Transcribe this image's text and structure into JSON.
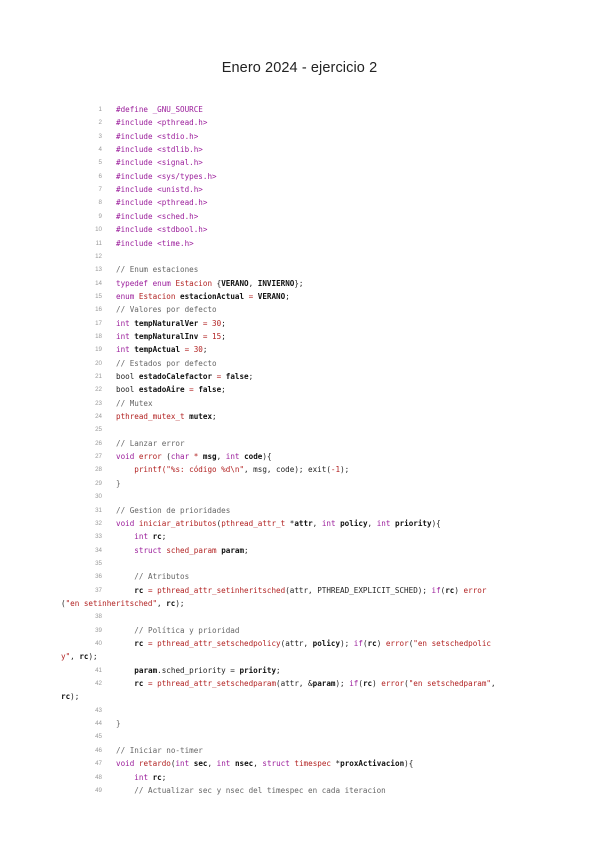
{
  "title": "Enero 2024 - ejercicio 2",
  "lines": [
    {
      "num": "1",
      "segs": [
        [
          "#define",
          "k"
        ],
        [
          " _GNU_SOURCE",
          "k"
        ]
      ]
    },
    {
      "num": "2",
      "segs": [
        [
          "#include",
          "k"
        ],
        [
          " <pthread.h>",
          "k"
        ]
      ]
    },
    {
      "num": "3",
      "segs": [
        [
          "#include",
          "k"
        ],
        [
          " <stdio.h>",
          "k"
        ]
      ]
    },
    {
      "num": "4",
      "segs": [
        [
          "#include",
          "k"
        ],
        [
          " <stdlib.h>",
          "k"
        ]
      ]
    },
    {
      "num": "5",
      "segs": [
        [
          "#include",
          "k"
        ],
        [
          " <signal.h>",
          "k"
        ]
      ]
    },
    {
      "num": "6",
      "segs": [
        [
          "#include",
          "k"
        ],
        [
          " <sys/types.h>",
          "k"
        ]
      ]
    },
    {
      "num": "7",
      "segs": [
        [
          "#include",
          "k"
        ],
        [
          " <unistd.h>",
          "k"
        ]
      ]
    },
    {
      "num": "8",
      "segs": [
        [
          "#include",
          "k"
        ],
        [
          " <pthread.h>",
          "k"
        ]
      ]
    },
    {
      "num": "9",
      "segs": [
        [
          "#include",
          "k"
        ],
        [
          " <sched.h>",
          "k"
        ]
      ]
    },
    {
      "num": "10",
      "segs": [
        [
          "#include",
          "k"
        ],
        [
          " <stdbool.h>",
          "k"
        ]
      ]
    },
    {
      "num": "11",
      "segs": [
        [
          "#include",
          "k"
        ],
        [
          " <time.h>",
          "k"
        ]
      ]
    },
    {
      "num": "12",
      "segs": []
    },
    {
      "num": "13",
      "segs": [
        [
          "// Enum estaciones",
          "c"
        ]
      ]
    },
    {
      "num": "14",
      "segs": [
        [
          "typedef enum",
          "k"
        ],
        [
          " ",
          ""
        ],
        [
          "Estacion",
          "t"
        ],
        [
          " {",
          ""
        ],
        [
          "VERANO",
          "b"
        ],
        [
          ", ",
          ""
        ],
        [
          "INVIERNO",
          "b"
        ],
        [
          "};",
          ""
        ]
      ]
    },
    {
      "num": "15",
      "segs": [
        [
          "enum",
          "k"
        ],
        [
          " ",
          ""
        ],
        [
          "Estacion",
          "t"
        ],
        [
          " ",
          ""
        ],
        [
          "estacionActual",
          "b"
        ],
        [
          " = ",
          "s"
        ],
        [
          "VERANO",
          "b"
        ],
        [
          ";",
          ""
        ]
      ]
    },
    {
      "num": "16",
      "segs": [
        [
          "// Valores por defecto",
          "c"
        ]
      ]
    },
    {
      "num": "17",
      "segs": [
        [
          "int",
          "k"
        ],
        [
          " ",
          ""
        ],
        [
          "tempNaturalVer",
          "b"
        ],
        [
          " = ",
          "s"
        ],
        [
          "30",
          "n"
        ],
        [
          ";",
          ""
        ]
      ]
    },
    {
      "num": "18",
      "segs": [
        [
          "int",
          "k"
        ],
        [
          " ",
          ""
        ],
        [
          "tempNaturalInv",
          "b"
        ],
        [
          " = ",
          "s"
        ],
        [
          "15",
          "n"
        ],
        [
          ";",
          ""
        ]
      ]
    },
    {
      "num": "19",
      "segs": [
        [
          "int",
          "k"
        ],
        [
          " ",
          ""
        ],
        [
          "tempActual",
          "b"
        ],
        [
          " = ",
          "s"
        ],
        [
          "30",
          "n"
        ],
        [
          ";",
          ""
        ]
      ]
    },
    {
      "num": "20",
      "segs": [
        [
          "// Estados por defecto",
          "c"
        ]
      ]
    },
    {
      "num": "21",
      "segs": [
        [
          "bool",
          ""
        ],
        [
          " ",
          ""
        ],
        [
          "estadoCalefactor",
          "b"
        ],
        [
          " = ",
          "s"
        ],
        [
          "false",
          "b"
        ],
        [
          ";",
          ""
        ]
      ]
    },
    {
      "num": "22",
      "segs": [
        [
          "bool",
          ""
        ],
        [
          " ",
          ""
        ],
        [
          "estadoAire",
          "b"
        ],
        [
          " = ",
          "s"
        ],
        [
          "false",
          "b"
        ],
        [
          ";",
          ""
        ]
      ]
    },
    {
      "num": "23",
      "segs": [
        [
          "// Mutex",
          "c"
        ]
      ]
    },
    {
      "num": "24",
      "segs": [
        [
          "pthread_mutex_t",
          "t"
        ],
        [
          " ",
          ""
        ],
        [
          "mutex",
          "b"
        ],
        [
          ";",
          ""
        ]
      ]
    },
    {
      "num": "25",
      "segs": []
    },
    {
      "num": "26",
      "segs": [
        [
          "// Lanzar error",
          "c"
        ]
      ]
    },
    {
      "num": "27",
      "segs": [
        [
          "void",
          "k"
        ],
        [
          " ",
          ""
        ],
        [
          "error",
          "t"
        ],
        [
          " (",
          ""
        ],
        [
          "char",
          "k"
        ],
        [
          " * ",
          "s"
        ],
        [
          "msg",
          "b"
        ],
        [
          ", ",
          ""
        ],
        [
          "int",
          "k"
        ],
        [
          " ",
          ""
        ],
        [
          "code",
          "b"
        ],
        [
          "){",
          ""
        ]
      ]
    },
    {
      "num": "28",
      "segs": [
        [
          "    printf(",
          "t"
        ],
        [
          "\"%s: código %d\\n\"",
          "t"
        ],
        [
          ", msg, code); exit(",
          ""
        ],
        [
          "-1",
          "n"
        ],
        [
          ");",
          ""
        ]
      ]
    },
    {
      "num": "29",
      "segs": [
        [
          "}",
          "c"
        ]
      ]
    },
    {
      "num": "30",
      "segs": []
    },
    {
      "num": "31",
      "segs": [
        [
          "// Gestion de prioridades",
          "c"
        ]
      ]
    },
    {
      "num": "32",
      "segs": [
        [
          "void",
          "k"
        ],
        [
          " ",
          ""
        ],
        [
          "iniciar_atributos",
          "t"
        ],
        [
          "(",
          ""
        ],
        [
          "pthread_attr_t",
          "t"
        ],
        [
          " *",
          ""
        ],
        [
          "attr",
          "b"
        ],
        [
          ", ",
          ""
        ],
        [
          "int",
          "k"
        ],
        [
          " ",
          ""
        ],
        [
          "policy",
          "b"
        ],
        [
          ", ",
          ""
        ],
        [
          "int",
          "k"
        ],
        [
          " ",
          ""
        ],
        [
          "priority",
          "b"
        ],
        [
          "){",
          ""
        ]
      ]
    },
    {
      "num": "33",
      "segs": [
        [
          "    ",
          ""
        ],
        [
          "int",
          "k"
        ],
        [
          " ",
          ""
        ],
        [
          "rc",
          "b"
        ],
        [
          ";",
          ""
        ]
      ]
    },
    {
      "num": "34",
      "segs": [
        [
          "    ",
          ""
        ],
        [
          "struct",
          "k"
        ],
        [
          " ",
          ""
        ],
        [
          "sched_param",
          "t"
        ],
        [
          " ",
          ""
        ],
        [
          "param",
          "b"
        ],
        [
          ";",
          ""
        ]
      ]
    },
    {
      "num": "35",
      "segs": []
    },
    {
      "num": "36",
      "segs": [
        [
          "    // Atributos",
          "c"
        ]
      ]
    },
    {
      "num": "37",
      "segs": [
        [
          "    ",
          ""
        ],
        [
          "rc",
          "b"
        ],
        [
          " = ",
          "s"
        ],
        [
          "pthread_attr_setinheritsched",
          "t"
        ],
        [
          "(attr, PTHREAD_EXPLICIT_SCHED); ",
          ""
        ],
        [
          "if",
          "k"
        ],
        [
          "(",
          ""
        ],
        [
          "rc",
          "b"
        ],
        [
          ") ",
          ""
        ],
        [
          "error",
          "t"
        ]
      ]
    },
    {
      "num": "",
      "wrap": true,
      "segs": [
        [
          "(",
          ""
        ],
        [
          "\"en setinheritsched\"",
          "t"
        ],
        [
          ", ",
          ""
        ],
        [
          "rc",
          "b"
        ],
        [
          ");",
          ""
        ]
      ]
    },
    {
      "num": "38",
      "segs": []
    },
    {
      "num": "39",
      "segs": [
        [
          "    // Política y prioridad",
          "c"
        ]
      ]
    },
    {
      "num": "40",
      "segs": [
        [
          "    ",
          ""
        ],
        [
          "rc",
          "b"
        ],
        [
          " = ",
          "s"
        ],
        [
          "pthread_attr_setschedpolicy",
          "t"
        ],
        [
          "(attr, ",
          ""
        ],
        [
          "policy",
          "b"
        ],
        [
          "); ",
          ""
        ],
        [
          "if",
          "k"
        ],
        [
          "(",
          ""
        ],
        [
          "rc",
          "b"
        ],
        [
          ") ",
          ""
        ],
        [
          "error",
          "t"
        ],
        [
          "(",
          ""
        ],
        [
          "\"en setschedpolic",
          "t"
        ]
      ]
    },
    {
      "num": "",
      "wrap": true,
      "segs": [
        [
          "y\"",
          "t"
        ],
        [
          ", ",
          ""
        ],
        [
          "rc",
          "b"
        ],
        [
          ");",
          ""
        ]
      ]
    },
    {
      "num": "41",
      "segs": [
        [
          "    ",
          ""
        ],
        [
          "param",
          "b"
        ],
        [
          ".sched_priority = ",
          ""
        ],
        [
          "priority",
          "b"
        ],
        [
          ";",
          ""
        ]
      ]
    },
    {
      "num": "42",
      "segs": [
        [
          "    ",
          ""
        ],
        [
          "rc",
          "b"
        ],
        [
          " = ",
          "s"
        ],
        [
          "pthread_attr_setschedparam",
          "t"
        ],
        [
          "(attr, &",
          ""
        ],
        [
          "param",
          "b"
        ],
        [
          "); ",
          ""
        ],
        [
          "if",
          "k"
        ],
        [
          "(",
          ""
        ],
        [
          "rc",
          "b"
        ],
        [
          ") ",
          ""
        ],
        [
          "error",
          "t"
        ],
        [
          "(",
          ""
        ],
        [
          "\"en setschedparam\"",
          "t"
        ],
        [
          ",",
          ""
        ]
      ]
    },
    {
      "num": "",
      "wrap": true,
      "segs": [
        [
          "rc",
          "b"
        ],
        [
          ");",
          ""
        ]
      ]
    },
    {
      "num": "43",
      "segs": []
    },
    {
      "num": "44",
      "segs": [
        [
          "}",
          "c"
        ]
      ]
    },
    {
      "num": "45",
      "segs": []
    },
    {
      "num": "46",
      "segs": [
        [
          "// Iniciar no-timer",
          "c"
        ]
      ]
    },
    {
      "num": "47",
      "segs": [
        [
          "void",
          "k"
        ],
        [
          " ",
          ""
        ],
        [
          "retardo",
          "t"
        ],
        [
          "(",
          ""
        ],
        [
          "int",
          "k"
        ],
        [
          " ",
          ""
        ],
        [
          "sec",
          "b"
        ],
        [
          ", ",
          ""
        ],
        [
          "int",
          "k"
        ],
        [
          " ",
          ""
        ],
        [
          "nsec",
          "b"
        ],
        [
          ", ",
          ""
        ],
        [
          "struct",
          "k"
        ],
        [
          " ",
          ""
        ],
        [
          "timespec",
          "t"
        ],
        [
          " *",
          ""
        ],
        [
          "proxActivacion",
          "b"
        ],
        [
          "){",
          ""
        ]
      ]
    },
    {
      "num": "48",
      "segs": [
        [
          "    ",
          ""
        ],
        [
          "int",
          "k"
        ],
        [
          " ",
          ""
        ],
        [
          "rc",
          "b"
        ],
        [
          ";",
          ""
        ]
      ]
    },
    {
      "num": "49",
      "segs": [
        [
          "    // Actualizar sec y nsec del timespec en cada iteracion",
          "c"
        ]
      ]
    }
  ]
}
